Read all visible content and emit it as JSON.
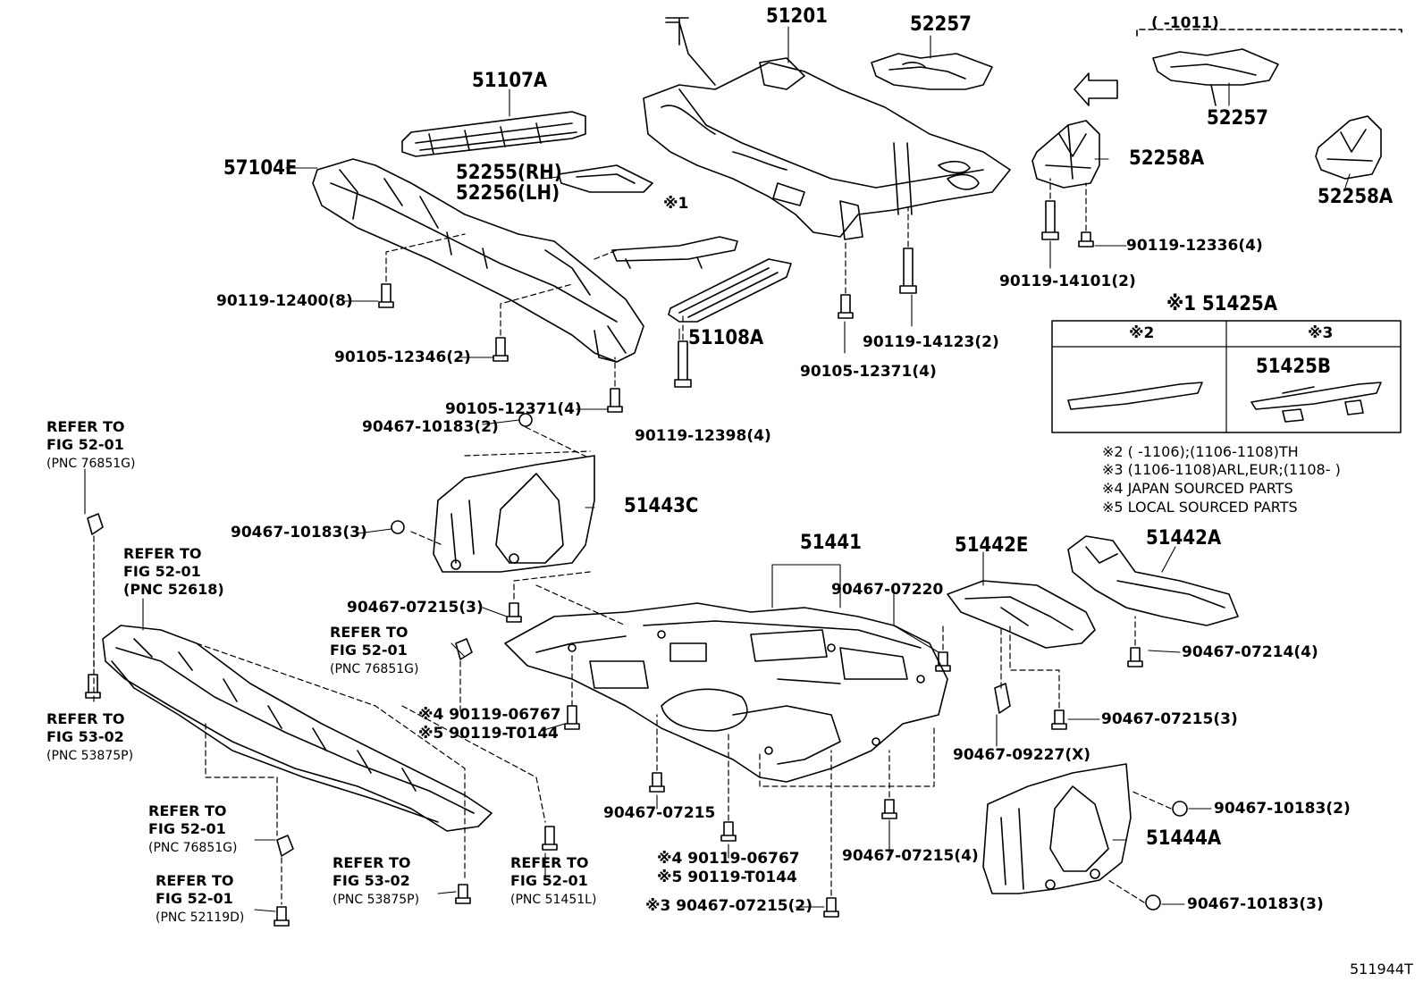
{
  "figure_id": "511944T",
  "main_parts": {
    "p51201": "51201",
    "p52257_top": "52257",
    "p52257_alt": "52257",
    "p52258A_main": "52258A",
    "p52258A_alt": "52258A",
    "p51107A": "51107A",
    "p57104E": "57104E",
    "p52255": "52255(RH)",
    "p52256": "52256(LH)",
    "p51108A": "51108A",
    "p51425A": "※1 51425A",
    "p51425B": "51425B",
    "p51443C": "51443C",
    "p51441": "51441",
    "p51442E": "51442E",
    "p51442A": "51442A",
    "p51444A": "51444A"
  },
  "fasteners": {
    "f_1": "90119-12400(8)",
    "f_2": "90105-12346(2)",
    "f_3": "90105-12371(4)",
    "f_4": "90467-10183(2)",
    "f_5": "90119-12398(4)",
    "f_6": "90105-12371(4)",
    "f_7": "90119-14123(2)",
    "f_8": "90119-14101(2)",
    "f_9": "90119-12336(4)",
    "f_10": "90467-10183(3)",
    "f_11": "90467-07215(3)",
    "f_12": "90467-07220",
    "f_13": "90467-07214(4)",
    "f_14": "90467-07215(3)",
    "f_15": "90467-09227(X)",
    "f_16": "※4 90119-06767",
    "f_17": "※5 90119-T0144",
    "f_18": "90467-07215",
    "f_19": "※4 90119-06767",
    "f_20": "※5 90119-T0144",
    "f_21": "※3 90467-07215(2)",
    "f_22": "90467-07215(4)",
    "f_23": "90467-10183(2)",
    "f_24": "90467-10183(3)"
  },
  "markers": {
    "m1": "※1",
    "range": "(       -1011)"
  },
  "variant_box": {
    "col1": "※2",
    "col2": "※3"
  },
  "notes": [
    "※2 (        -1106);(1106-1108)TH",
    "※3 (1106-1108)ARL,EUR;(1108-        )",
    "※4 JAPAN SOURCED PARTS",
    "※5 LOCAL SOURCED PARTS"
  ],
  "references": [
    {
      "a": "REFER TO",
      "b": "FIG 52-01",
      "c": "(PNC 76851G)"
    },
    {
      "a": "REFER TO",
      "b": "FIG 52-01",
      "c": "(PNC 52618)"
    },
    {
      "a": "REFER TO",
      "b": "FIG 53-02",
      "c": "(PNC 53875P)"
    },
    {
      "a": "REFER TO",
      "b": "FIG 52-01",
      "c": "(PNC 76851G)"
    },
    {
      "a": "REFER TO",
      "b": "FIG 52-01",
      "c": "(PNC 76851G)"
    },
    {
      "a": "REFER TO",
      "b": "FIG 52-01",
      "c": "(PNC 52119D)"
    },
    {
      "a": "REFER TO",
      "b": "FIG 53-02",
      "c": "(PNC 53875P)"
    },
    {
      "a": "REFER TO",
      "b": "FIG 52-01",
      "c": "(PNC 51451L)"
    }
  ]
}
